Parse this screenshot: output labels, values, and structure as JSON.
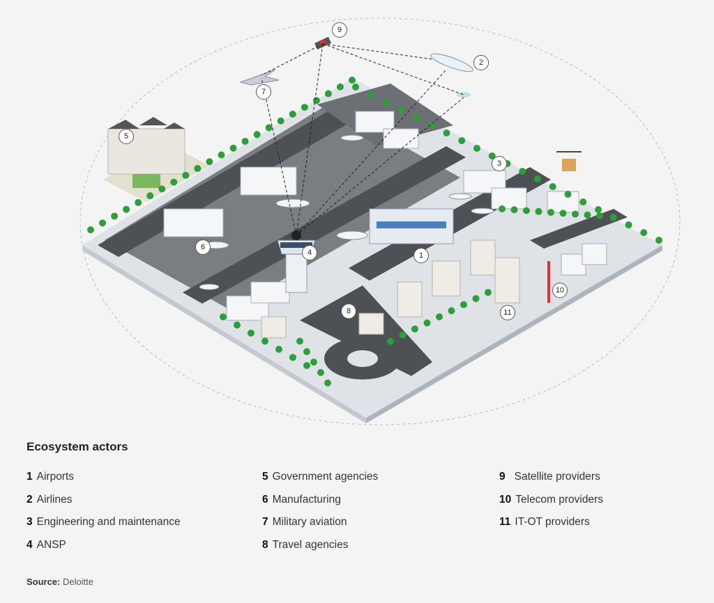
{
  "legend": {
    "title": "Ecosystem actors",
    "items": [
      {
        "num": "1",
        "label": "Airports"
      },
      {
        "num": "2",
        "label": "Airlines"
      },
      {
        "num": "3",
        "label": "Engineering and maintenance"
      },
      {
        "num": "4",
        "label": "ANSP"
      },
      {
        "num": "5",
        "label": "Government agencies"
      },
      {
        "num": "6",
        "label": "Manufacturing"
      },
      {
        "num": "7",
        "label": "Military aviation"
      },
      {
        "num": "8",
        "label": "Travel agencies"
      },
      {
        "num": "9",
        "label": "Satellite providers"
      },
      {
        "num": "10",
        "label": "Telecom providers"
      },
      {
        "num": "11",
        "label": "IT-OT providers"
      }
    ]
  },
  "source": {
    "label": "Source:",
    "value": "Deloitte"
  },
  "colors": {
    "background": "#f4f4f4",
    "ground": "#d9dde2",
    "runway": "#55585c",
    "tree": "#2e9e3a",
    "building": "#eef1f4"
  }
}
